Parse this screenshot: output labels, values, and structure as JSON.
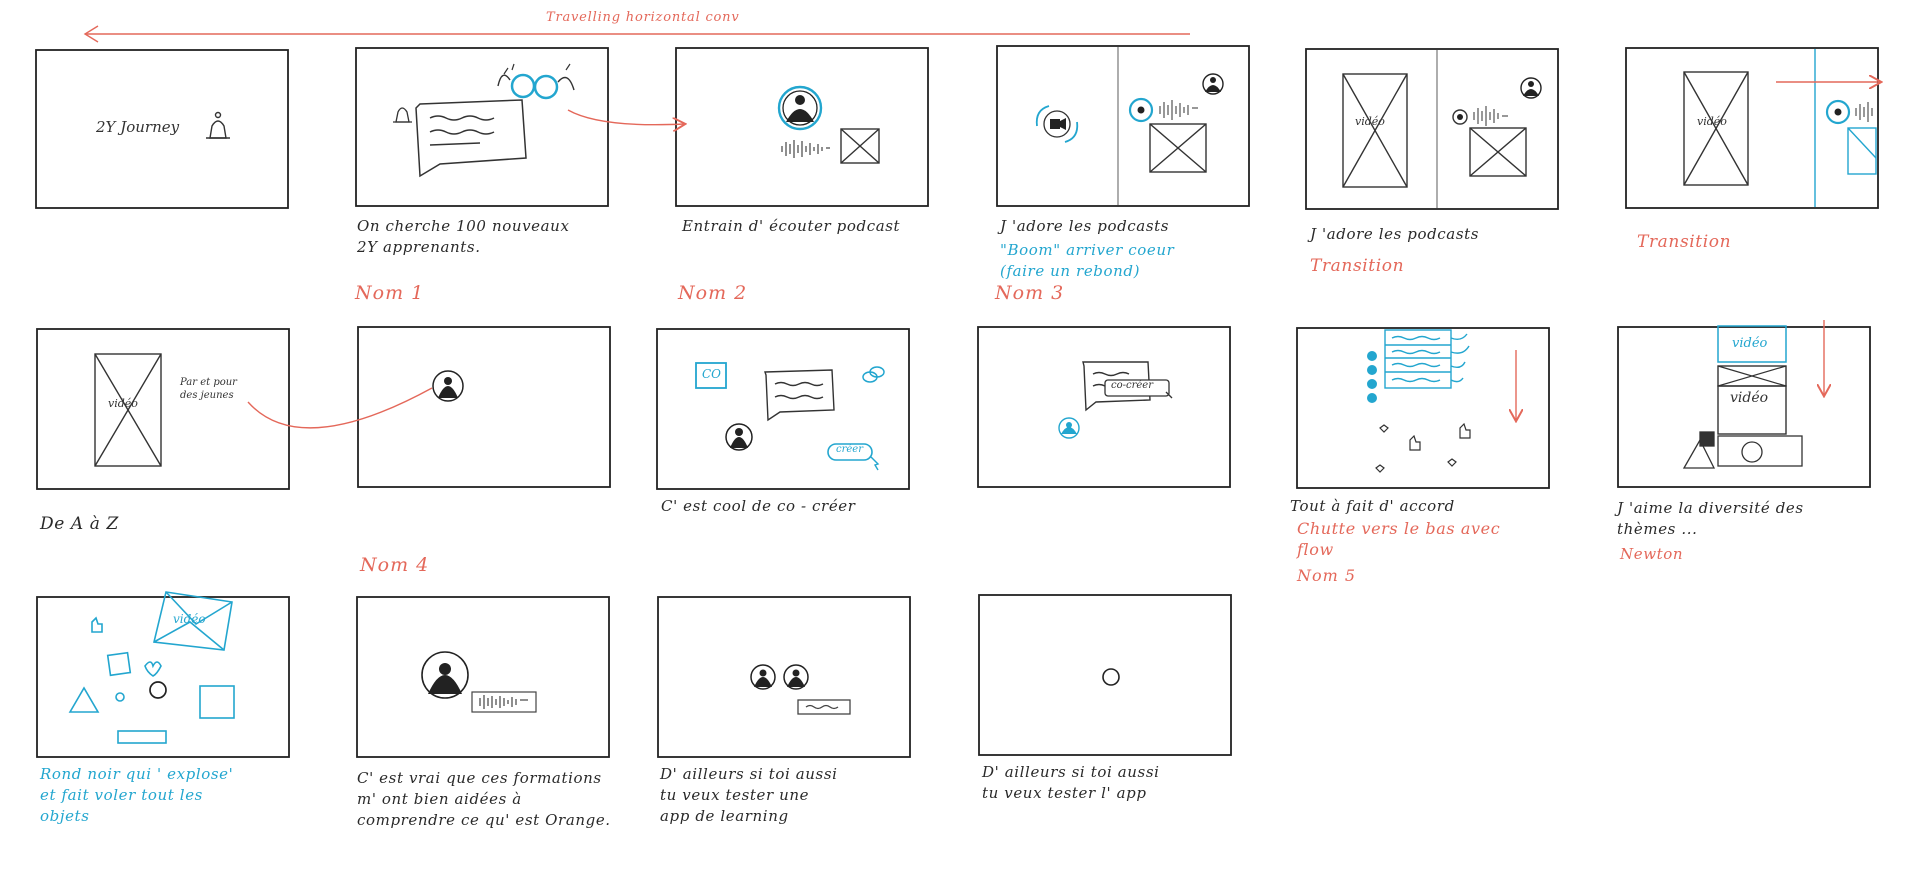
{
  "header": {
    "title": "Travelling horizontal conv"
  },
  "colors": {
    "ink": "#2a2a2a",
    "red": "#e4685a",
    "blue": "#23a6cf"
  },
  "panels": {
    "p1": {
      "title_text": "2Y Journey"
    },
    "p2": {
      "caption": "On cherche 100 nouveaux\n2Y apprenants."
    },
    "p3": {
      "caption": "Entrain d' écouter podcast"
    },
    "p4": {
      "caption": "J 'adore les podcasts",
      "caption_blue": "\"Boom\" arriver coeur\n(faire un rebond)"
    },
    "p5": {
      "caption": "J 'adore les podcasts",
      "caption_red": "Transition"
    },
    "p6": {
      "caption_red": "Transition"
    },
    "p7": {
      "side_text": "Par et pour\ndes jeunes",
      "caption": "De A à Z"
    },
    "p9": {
      "caption": "C' est cool de co - créer",
      "co_label": "CO",
      "creer_label": "créer"
    },
    "p10": {
      "cocreer_label": "co-créer"
    },
    "p11": {
      "caption": "Tout à fait d' accord",
      "caption_red": "Chutte vers le bas avec\nflow"
    },
    "p12": {
      "caption": "J 'aime la diversité des\nthèmes ...",
      "caption_red": "Newton"
    },
    "p13": {
      "caption_blue": "Rond noir qui ' explose'\net fait voler tout les\nobjets"
    },
    "p14": {
      "caption": "C' est vrai que ces formations\nm' ont bien aidées à\ncomprendre ce qu' est Orange."
    },
    "p15": {
      "caption": "D' ailleurs si toi aussi\ntu veux tester une\napp de learning"
    },
    "p16": {
      "caption": "D' ailleurs si toi aussi\ntu veux tester l' app"
    },
    "video_word": "vidéo"
  },
  "noms": {
    "nom1": "Nom 1",
    "nom2": "Nom 2",
    "nom3": "Nom 3",
    "nom4": "Nom 4",
    "nom5": "Nom 5"
  }
}
